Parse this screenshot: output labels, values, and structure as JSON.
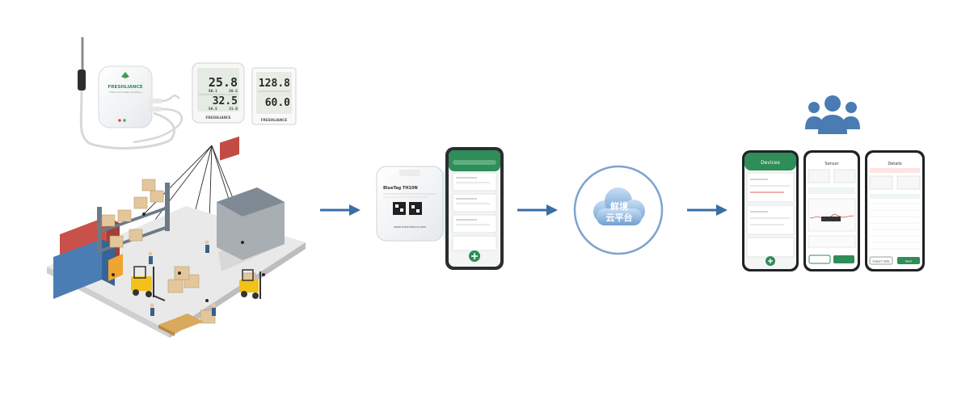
{
  "brand": "FRESHLIANCE",
  "brand_tagline": "Fresh Cold Chain Solutions",
  "display1": {
    "temp_top": "25.8",
    "sub_top_a": "80.1",
    "sub_top_b": "20.5",
    "temp_bottom": "32.5",
    "sub_bottom_a": "56.5",
    "sub_bottom_b": "31.0"
  },
  "display2": {
    "temp_top": "128.8",
    "temp_bottom": "60.0"
  },
  "logger": {
    "model": "BlueTag TH10N",
    "website": "www.freshliance.com"
  },
  "cloud": {
    "line1": "鲜境",
    "line2": "云平台"
  },
  "app": {
    "header_title": "Devices",
    "screen2_title": "Sensor",
    "screen3_title": "Details",
    "export_label": "Export data",
    "action_label": "Next"
  },
  "colors": {
    "arrow": "#3a6ea5",
    "app_green": "#2f8d57",
    "cloud_blue": "#5c8fc5",
    "users_blue": "#4a7bb3",
    "container_red": "#c9514a",
    "container_blue": "#4a7db3"
  }
}
